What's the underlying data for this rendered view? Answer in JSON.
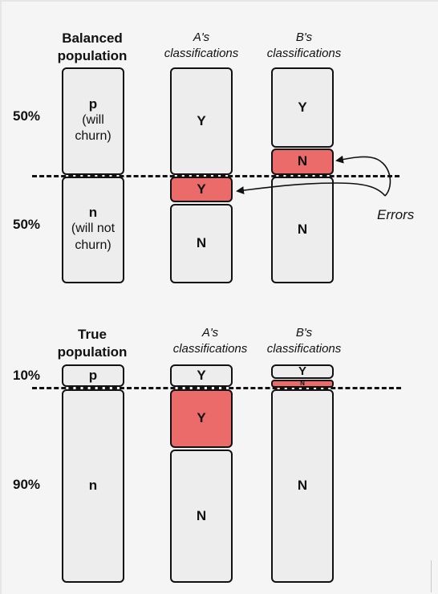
{
  "top": {
    "headers": {
      "population": "Balanced\npopulation",
      "a": "A's\nclassifications",
      "b": "B's\nclassifications"
    },
    "pct_top": "50%",
    "pct_bottom": "50%",
    "population": {
      "p_letter": "p",
      "p_desc": "(will\nchurn)",
      "n_letter": "n",
      "n_desc": "(will not\nchurn)"
    },
    "a": {
      "y_correct": "Y",
      "y_error": "Y",
      "n_correct": "N"
    },
    "b": {
      "y_correct": "Y",
      "n_error": "N",
      "n_correct": "N"
    },
    "errors_label": "Errors"
  },
  "bottom": {
    "headers": {
      "population": "True\npopulation",
      "a": "A's\nclassifications",
      "b": "B's\nclassifications"
    },
    "pct_top": "10%",
    "pct_bottom": "90%",
    "population": {
      "p_letter": "p",
      "n_letter": "n"
    },
    "a": {
      "y_correct": "Y",
      "y_error": "Y",
      "n_correct": "N"
    },
    "b": {
      "y_correct": "Y",
      "n_error": "N",
      "n_correct": "N"
    }
  },
  "colors": {
    "error_fill": "#eb6b6b",
    "box_fill": "#ededed",
    "stroke": "#111111"
  }
}
